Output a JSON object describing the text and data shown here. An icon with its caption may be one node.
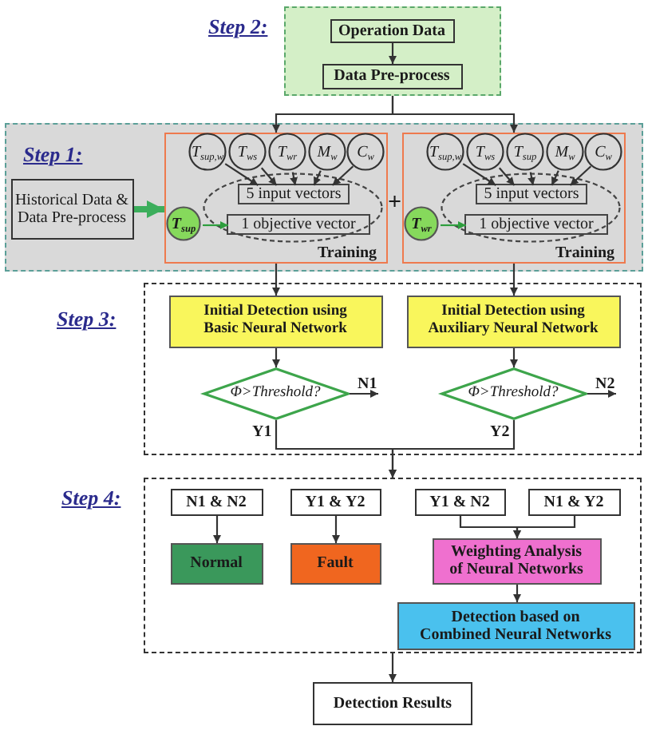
{
  "diagram": {
    "nodes": [
      {
        "text": [
          "Step 2:"
        ]
      },
      {
        "text": [
          "Operation Data"
        ],
        "in": 0
      },
      {
        "text": [
          "Data Pre-process"
        ],
        "in": 0
      },
      {
        "text": [
          "Step 1:"
        ]
      },
      {
        "text": [
          "Historical Data & Data Pre-process"
        ],
        "in": 3
      },
      {
        "text": [
          "Training"
        ],
        "in": 3
      },
      {
        "text": [
          "T$_{sup,w}$"
        ],
        "in": 5
      },
      {
        "text": [
          "T$_{ws}$"
        ],
        "in": 5
      },
      {
        "text": [
          "T$_{wr}$"
        ],
        "in": 5
      },
      {
        "text": [
          "M$_{w}$"
        ],
        "in": 5
      },
      {
        "text": [
          "C$_{w}$"
        ],
        "in": 5
      },
      {
        "text": [],
        "shape": "ellipse",
        "in": 5
      },
      {
        "text": [
          "5 input vectors"
        ],
        "in": 11
      },
      {
        "text": [
          "1 objective vector"
        ],
        "in": 11
      },
      {
        "text": [
          "T$_{sup}$"
        ],
        "in": 5
      },
      {
        "text": [
          "Training"
        ],
        "in": 3
      },
      {
        "text": [
          "T$_{sup,w}$"
        ],
        "in": 15
      },
      {
        "text": [
          "T$_{ws}$"
        ],
        "in": 15
      },
      {
        "text": [
          "T$_{sup}$"
        ],
        "in": 15
      },
      {
        "text": [
          "M$_{w}$"
        ],
        "in": 15
      },
      {
        "text": [
          "C$_{w}$"
        ],
        "in": 15
      },
      {
        "text": [],
        "shape": "ellipse",
        "in": 15
      },
      {
        "text": [
          "5 input vectors"
        ],
        "in": 21
      },
      {
        "text": [
          "1 objective vector"
        ],
        "in": 21
      },
      {
        "text": [
          "T$_{wr}$"
        ],
        "in": 15
      },
      {
        "text": [
          "Step 3:"
        ]
      },
      {
        "text": [
          "Initial Detection using Basic Neural Network"
        ],
        "in": 25
      },
      {
        "text": [
          "Φ>Threshold?"
        ],
        "in": 25
      },
      {
        "text": [
          "Initial Detection using Auxiliary Neural Network"
        ],
        "in": 25
      },
      {
        "text": [
          "Φ>Threshold?"
        ],
        "in": 25
      },
      {
        "text": [
          "Step 4:"
        ]
      },
      {
        "text": [
          "N1 & N2"
        ],
        "in": 30
      },
      {
        "text": [
          "Y1 & Y2"
        ],
        "in": 30
      },
      {
        "text": [
          "Y1 & N2"
        ],
        "in": 30
      },
      {
        "text": [
          "N1 & Y2"
        ],
        "in": 30
      },
      {
        "text": [
          "Normal"
        ],
        "in": 30
      },
      {
        "text": [
          "Fault"
        ],
        "in": 30
      },
      {
        "text": [
          "Weighting Analysis of Neural Networks"
        ],
        "in": 30
      },
      {
        "text": [
          "Detection based on Combined Neural Networks"
        ],
        "in": 30
      },
      {
        "text": [
          "Detection Results"
        ]
      }
    ],
    "edges": [
      {
        "from": 1,
        "to": 2,
        "arrow": "to"
      },
      {
        "from": 0,
        "to": 5,
        "arrow": "to"
      },
      {
        "from": 0,
        "to": 15,
        "arrow": "to"
      },
      {
        "from": 4,
        "to": 5,
        "arrow": "to",
        "style": "thick",
        "color": "#3cae5c"
      },
      {
        "from": 6,
        "to": 12,
        "arrow": "to"
      },
      {
        "from": 7,
        "to": 12,
        "arrow": "to"
      },
      {
        "from": 8,
        "to": 12,
        "arrow": "to"
      },
      {
        "from": 9,
        "to": 12,
        "arrow": "to"
      },
      {
        "from": 10,
        "to": 12,
        "arrow": "to"
      },
      {
        "from": 14,
        "to": 13,
        "arrow": "to",
        "color": "#2e9e3e"
      },
      {
        "from": 16,
        "to": 22,
        "arrow": "to"
      },
      {
        "from": 17,
        "to": 22,
        "arrow": "to"
      },
      {
        "from": 18,
        "to": 22,
        "arrow": "to"
      },
      {
        "from": 19,
        "to": 22,
        "arrow": "to"
      },
      {
        "from": 20,
        "to": 22,
        "arrow": "to"
      },
      {
        "from": 24,
        "to": 23,
        "arrow": "to",
        "color": "#2e9e3e"
      },
      {
        "from": 5,
        "to": 26,
        "arrow": "to"
      },
      {
        "from": 15,
        "to": 28,
        "arrow": "to"
      },
      {
        "from": 26,
        "to": 27,
        "arrow": "to"
      },
      {
        "from": 28,
        "to": 29,
        "arrow": "to"
      },
      {
        "from": 27,
        "to": null,
        "arrow": "to",
        "label": "N1"
      },
      {
        "from": 29,
        "to": null,
        "arrow": "to",
        "label": "N2"
      },
      {
        "from": 27,
        "to": 30,
        "arrow": "to",
        "label": "Y1"
      },
      {
        "from": 29,
        "to": 30,
        "arrow": "to",
        "label": "Y2"
      },
      {
        "from": 31,
        "to": 35,
        "arrow": "to"
      },
      {
        "from": 32,
        "to": 36,
        "arrow": "to"
      },
      {
        "from": 33,
        "to": 37,
        "arrow": "to"
      },
      {
        "from": 34,
        "to": 37,
        "arrow": "to"
      },
      {
        "from": 37,
        "to": 38,
        "arrow": "to"
      },
      {
        "from": 30,
        "to": 39,
        "arrow": "to"
      }
    ],
    "labels": [
      "+"
    ]
  }
}
